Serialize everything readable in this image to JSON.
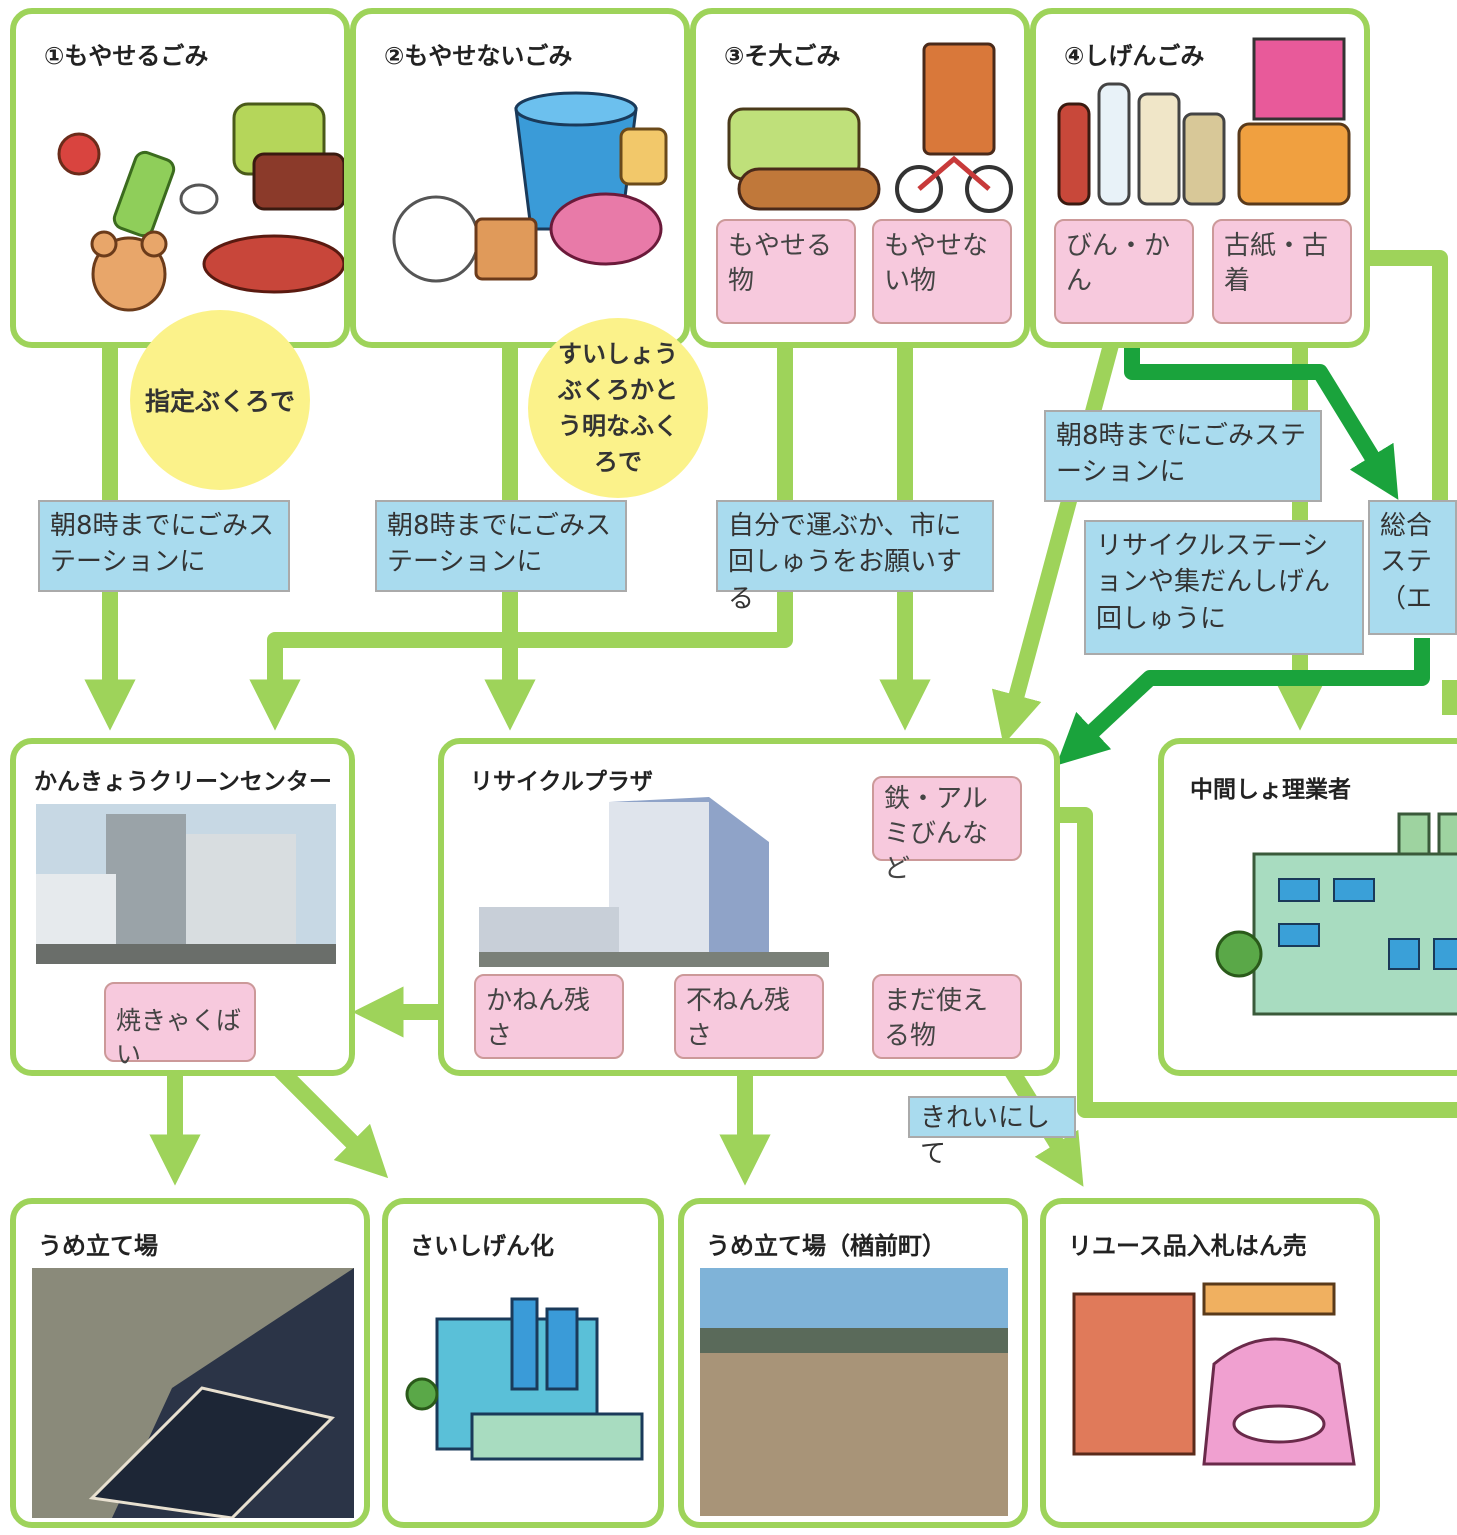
{
  "categories": [
    {
      "title": "①もやせるごみ"
    },
    {
      "title": "②もやせないごみ"
    },
    {
      "title": "③そ大ごみ",
      "subs": [
        "もやせる物",
        "もやせない物"
      ]
    },
    {
      "title": "④しげんごみ",
      "subs": [
        "びん・かん",
        "古紙・古着"
      ]
    }
  ],
  "notes": {
    "bag_designated": "指定ぶくろで",
    "bag_clear": "すいしょうぶくろかとう明なふくろで"
  },
  "instructions": {
    "station_8am": "朝8時までにごみステーションに",
    "carry_or_request": "自分で運ぶか、市に回しゅうをお願いする",
    "station_8am_2": "朝8時までにごみステーションに",
    "recycle_station": "リサイクルステーションや集だんしげん回しゅうに",
    "general_station": "総合ステ（エ",
    "clean_it": "きれいにして"
  },
  "facilities": {
    "clean_center": {
      "title": "かんきょうクリーンセンター",
      "sub": "焼きゃくばい"
    },
    "recycle_plaza": {
      "title": "リサイクルプラザ",
      "subs": [
        "鉄・アルミびんなど",
        "かねん残さ",
        "不ねん残さ",
        "まだ使える物"
      ]
    },
    "middle_processor": {
      "title": "中間しょ理業者"
    }
  },
  "destinations": [
    {
      "title": "うめ立て場"
    },
    {
      "title": "さいしげん化"
    },
    {
      "title": "うめ立て場（楢前町）"
    },
    {
      "title": "リユース品入札はん売"
    }
  ],
  "colors": {
    "frame": "#9ed35a",
    "arrow_light": "#9ed35a",
    "arrow_dark": "#1aa33c",
    "note_blue": "#a9dbee",
    "note_pink": "#f7c9dd",
    "circle": "#fbf28a"
  }
}
